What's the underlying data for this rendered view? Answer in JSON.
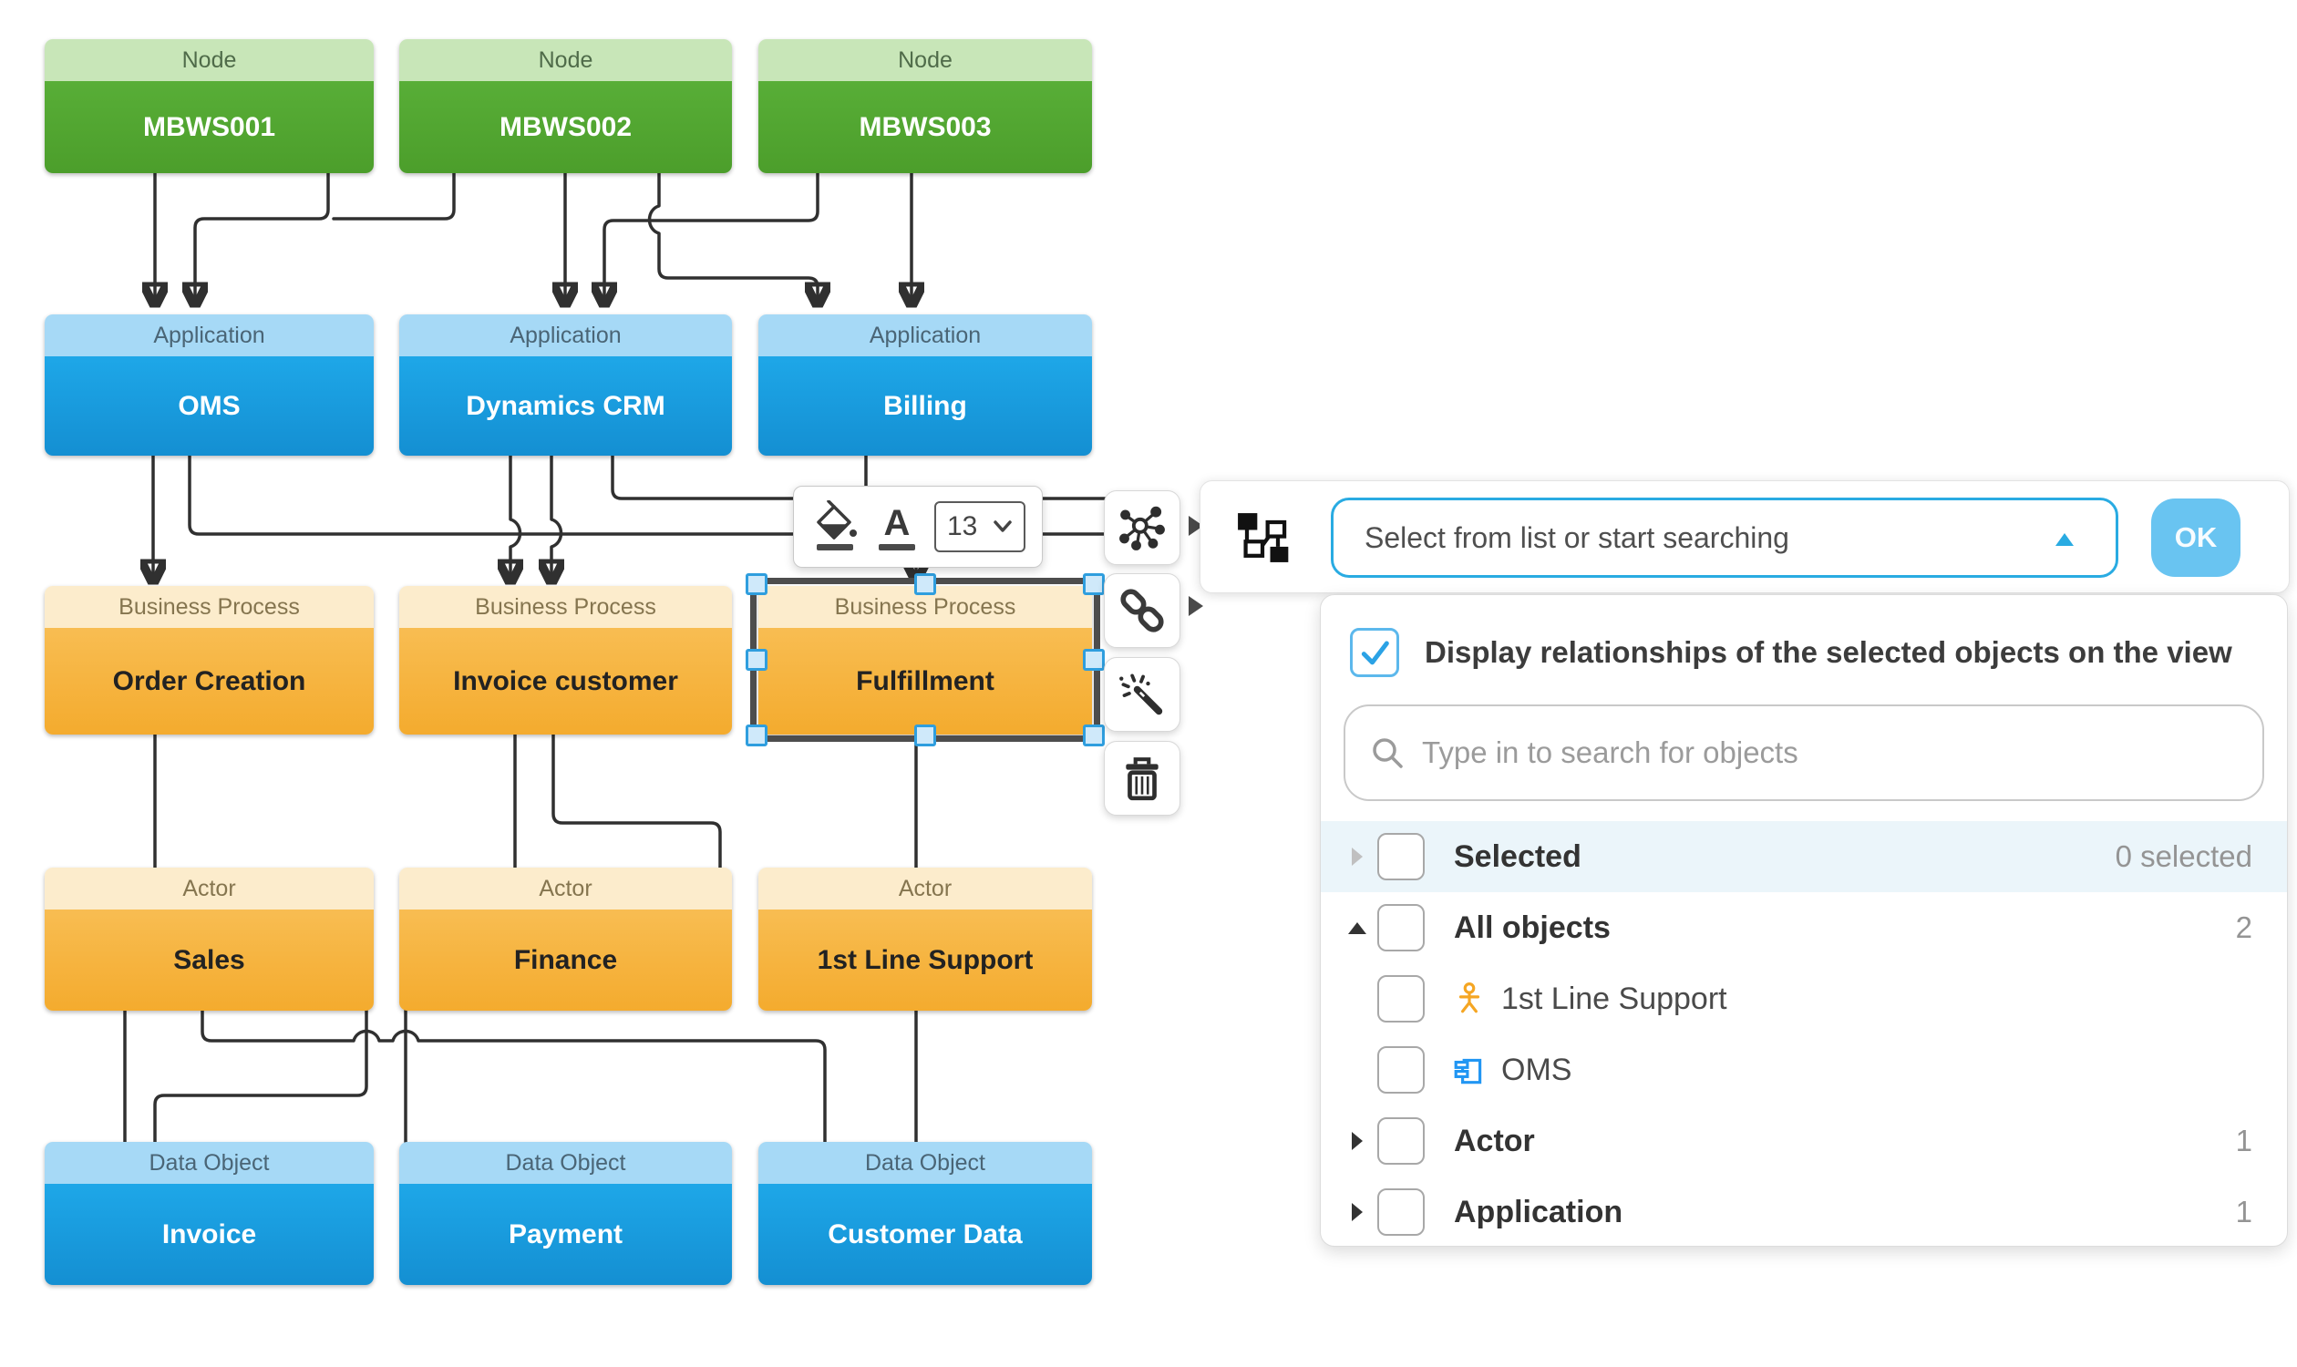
{
  "diagram": {
    "rows": [
      {
        "type": "Node",
        "boxes": [
          "MBWS001",
          "MBWS002",
          "MBWS003"
        ]
      },
      {
        "type": "Application",
        "boxes": [
          "OMS",
          "Dynamics CRM",
          "Billing"
        ]
      },
      {
        "type": "Business Process",
        "boxes": [
          "Order Creation",
          "Invoice customer",
          "Fulfillment"
        ]
      },
      {
        "type": "Actor",
        "boxes": [
          "Sales",
          "Finance",
          "1st Line Support"
        ]
      },
      {
        "type": "Data Object",
        "boxes": [
          "Invoice",
          "Payment",
          "Customer Data"
        ]
      }
    ],
    "selected_box": "Fulfillment"
  },
  "format_toolbar": {
    "font_size": "13"
  },
  "popup": {
    "select_placeholder": "Select from list or start searching",
    "ok_label": "OK",
    "display_checkbox_label": "Display relationships of the selected objects on the view",
    "display_checkbox_checked": true,
    "search_placeholder": "Type in to search for objects",
    "tree": [
      {
        "label": "Selected",
        "count": "0 selected",
        "caret": "right",
        "highlighted": true
      },
      {
        "label": "All objects",
        "count": "2",
        "caret": "up"
      },
      {
        "label": "1st Line Support",
        "icon": "actor",
        "child": true
      },
      {
        "label": "OMS",
        "icon": "application",
        "child": true
      },
      {
        "label": "Actor",
        "count": "1",
        "caret": "right"
      },
      {
        "label": "Application",
        "count": "1",
        "caret": "right"
      }
    ]
  },
  "colors": {
    "accent_blue": "#29abe2",
    "ok_button": "#69c4f1",
    "node_green": "#4fa12e",
    "app_blue": "#1b9ce0",
    "process_orange": "#f6b23c",
    "wire": "#303030"
  }
}
